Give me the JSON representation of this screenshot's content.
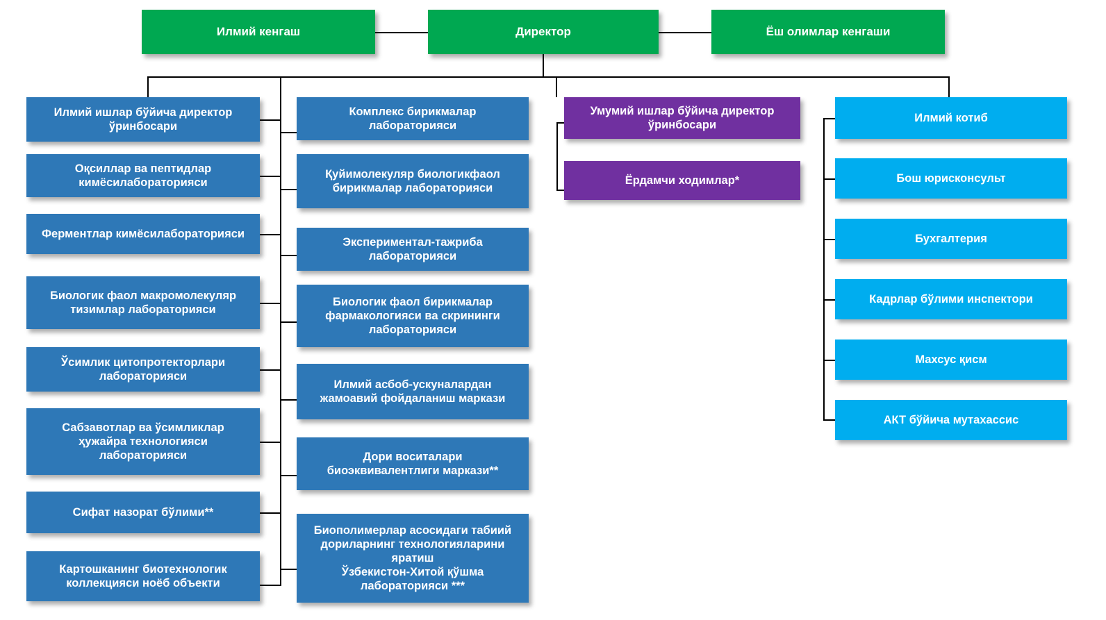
{
  "title": "Organizational structure chart",
  "colors": {
    "green": "#00a851",
    "blue": "#2e78b7",
    "purple": "#7030a0",
    "cyan": "#00adef",
    "connector": "#000000",
    "background": "#ffffff",
    "text": "#ffffff"
  },
  "top": {
    "council": "Илмий кенгаш",
    "director": "Директор",
    "young_scientists": "Ёш олимлар кенгаши"
  },
  "left_column": [
    "Илмий ишлар бўйича директор\nўринбосари",
    "Оқсиллар ва пептидлар\nкимёсилабораторияси",
    "Ферментлар кимёсилабораторияси",
    "Биологик фаол макромолекуляр\nтизимлар лабораторияси",
    "Ўсимлик цитопротекторлари\nлабораторияси",
    "Сабзавотлар ва ўсимликлар\nҳужайра технологияси\nлабораторияси",
    "Сифат назорат бўлими**",
    "Картошканинг биотехнологик\nколлекцияси ноёб объекти"
  ],
  "center_column": [
    "Комплекс бирикмалар\nлабораторияси",
    "Қуйимолекуляр биологикфаол\nбирикмалар лабораторияси",
    "Экспериментал-тажриба\nлабораторияси",
    "Биологик фаол бирикмалар\nфармакологияси ва скрининги\nлабораторияси",
    "Илмий асбоб-ускуналардан\nжамоавий фойдаланиш маркази",
    "Дори воситалари\nбиоэквивалентлиги маркази**",
    "Биополимерлар асосидаги табиий\nдориларнинг технологияларини\nяратиш\nЎзбекистон-Хитой қўшма\nлабораторияси ***"
  ],
  "purple_column": [
    "Умумий ишлар бўйича директор\nўринбосари",
    "Ёрдамчи ходимлар*"
  ],
  "right_column": [
    "Илмий котиб",
    "Бош юрисконсульт",
    "Бухгалтерия",
    "Кадрлар бўлими инспектори",
    "Махсус қисм",
    "АКТ бўйича мутахассис"
  ]
}
